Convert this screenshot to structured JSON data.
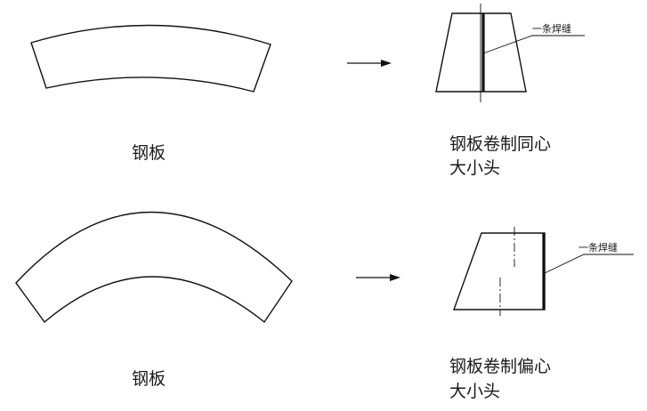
{
  "top_row": {
    "plate_label": "钢板",
    "result_label_line1": "钢板卷制同心",
    "result_label_line2": "大小头",
    "weld_label": "一条焊缝"
  },
  "bottom_row": {
    "plate_label": "钢板",
    "result_label_line1": "钢板卷制偏心",
    "result_label_line2": "大小头",
    "weld_label": "一条焊缝"
  }
}
